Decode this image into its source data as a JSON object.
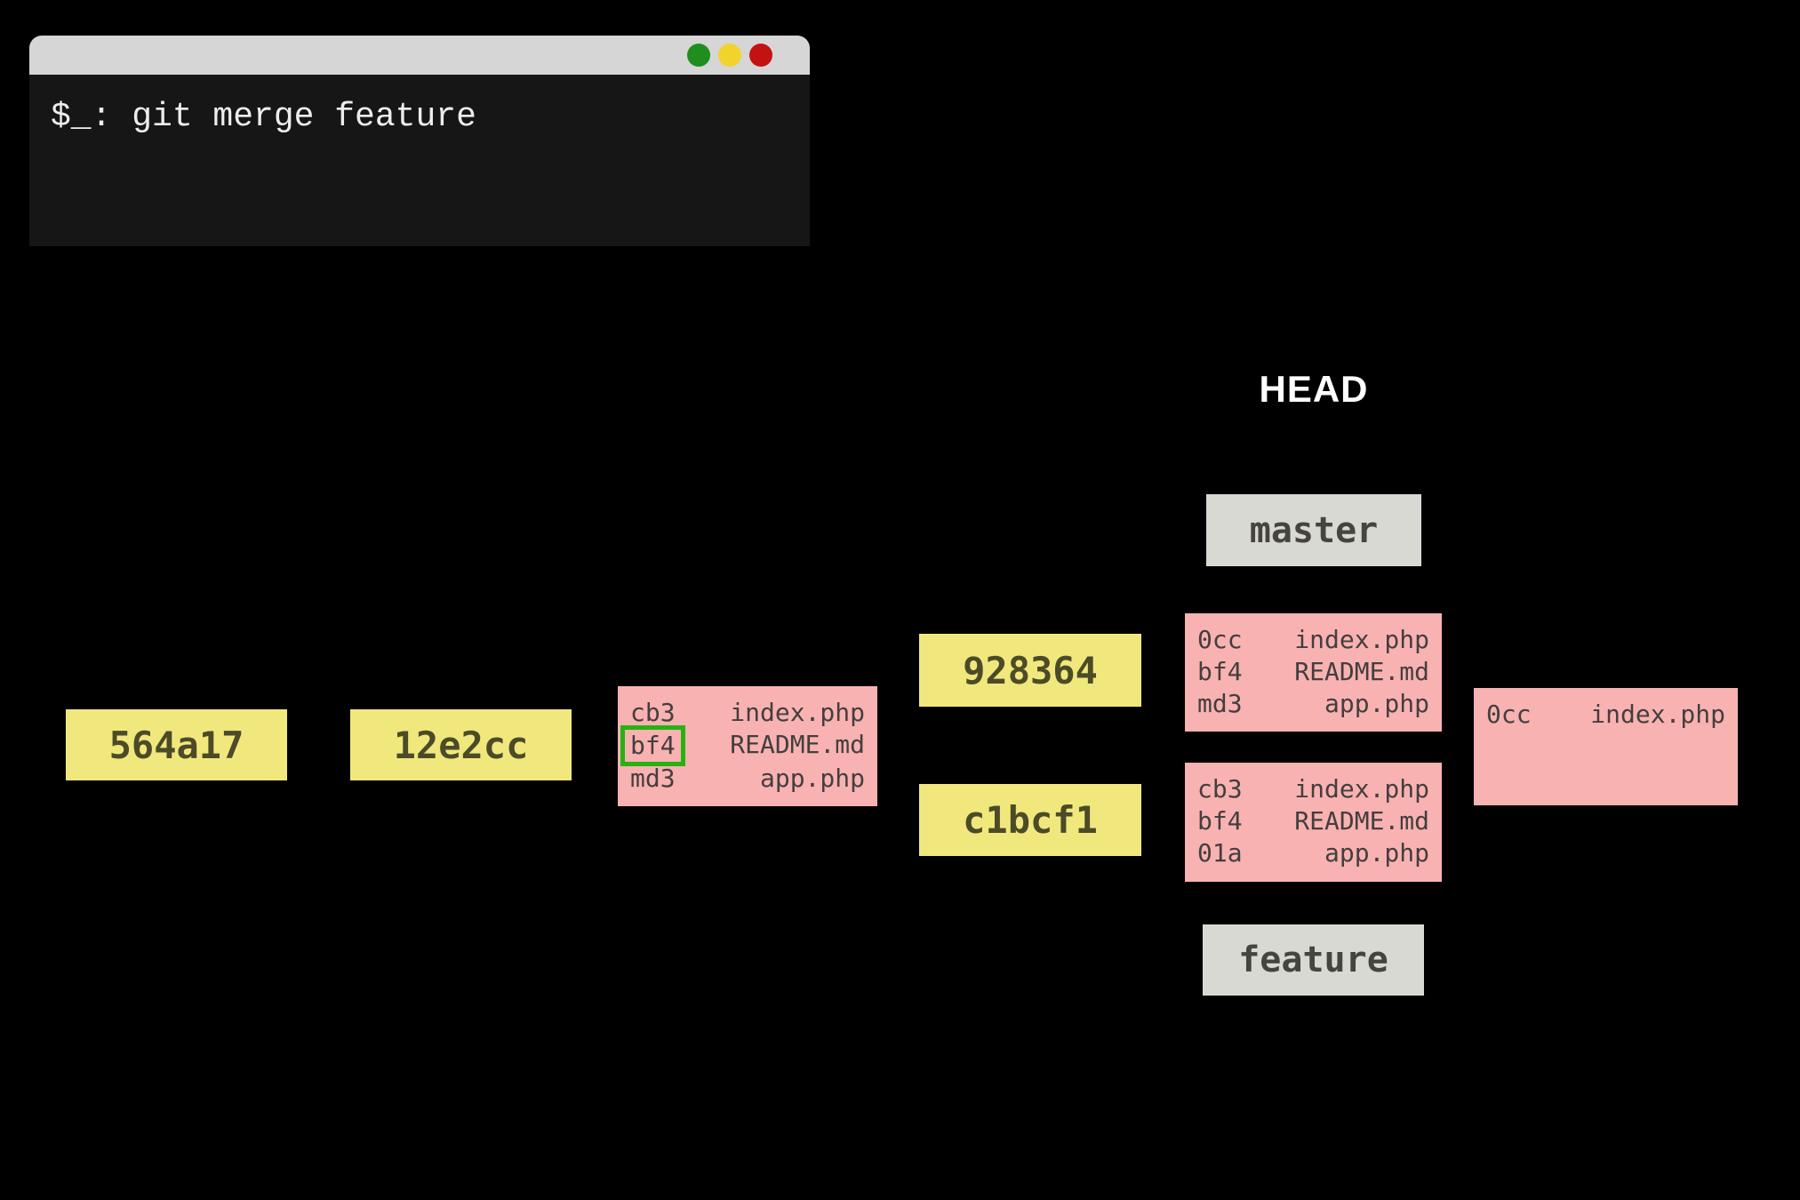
{
  "colors": {
    "bg": "#000000",
    "terminal-body": "#161616",
    "terminal-titlebar": "#d6d6d6",
    "terminal-text": "#ededed",
    "dot-green": "#1e8e1e",
    "dot-yellow": "#f2d32b",
    "dot-red": "#c41111",
    "commit-bg": "#f1e87d",
    "commit-text": "#4c4b28",
    "tree-bg": "#f8b2b2",
    "tree-text": "#453e3e",
    "branch-bg": "#d9d9d3",
    "branch-text": "#45443d",
    "highlight-green": "#26b30f",
    "head-text": "#ffffff"
  },
  "terminal": {
    "command": "$_: git merge feature",
    "window_controls": [
      "green",
      "yellow",
      "red"
    ]
  },
  "labels": {
    "head": "HEAD",
    "master": "master",
    "feature": "feature"
  },
  "commits": [
    {
      "hash": "564a17"
    },
    {
      "hash": "12e2cc"
    },
    {
      "hash": "928364"
    },
    {
      "hash": "c1bcf1"
    }
  ],
  "trees": [
    {
      "rows": [
        {
          "hash": "cb3",
          "file": "index.php",
          "highlight": false
        },
        {
          "hash": "bf4",
          "file": "README.md",
          "highlight": true
        },
        {
          "hash": "md3",
          "file": "app.php",
          "highlight": false
        }
      ]
    },
    {
      "rows": [
        {
          "hash": "0cc",
          "file": "index.php",
          "highlight": false
        },
        {
          "hash": "bf4",
          "file": "README.md",
          "highlight": false
        },
        {
          "hash": "md3",
          "file": "app.php",
          "highlight": false
        }
      ]
    },
    {
      "rows": [
        {
          "hash": "cb3",
          "file": "index.php",
          "highlight": false
        },
        {
          "hash": "bf4",
          "file": "README.md",
          "highlight": false
        },
        {
          "hash": "01a",
          "file": "app.php",
          "highlight": false
        }
      ]
    },
    {
      "rows": [
        {
          "hash": "0cc",
          "file": "index.php",
          "highlight": false
        }
      ]
    }
  ]
}
